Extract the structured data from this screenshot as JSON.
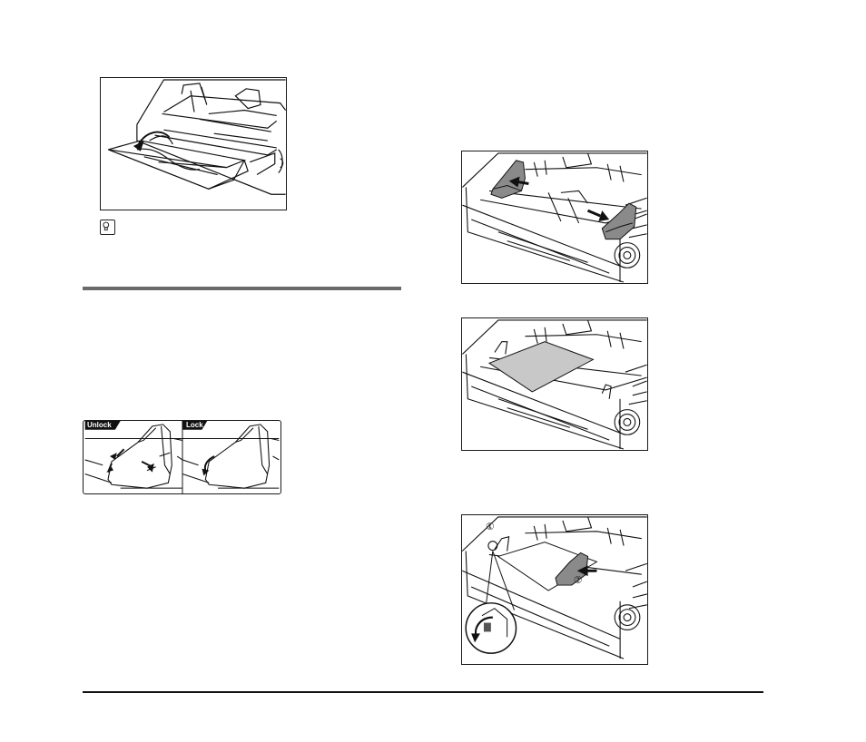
{
  "figures": {
    "tray_open": {
      "icon": "arrow-open-tray-illustration"
    },
    "guide_lock": {
      "unlock_label": "Unlock",
      "lock_label": "Lock"
    },
    "guides_slide": {
      "icon": "guide-slide-illustration"
    },
    "document_load": {
      "icon": "document-load-illustration"
    },
    "guide_adjust": {
      "step1": "①",
      "step2": "②"
    }
  },
  "hint": {
    "icon": "lightbulb-hint-icon"
  }
}
